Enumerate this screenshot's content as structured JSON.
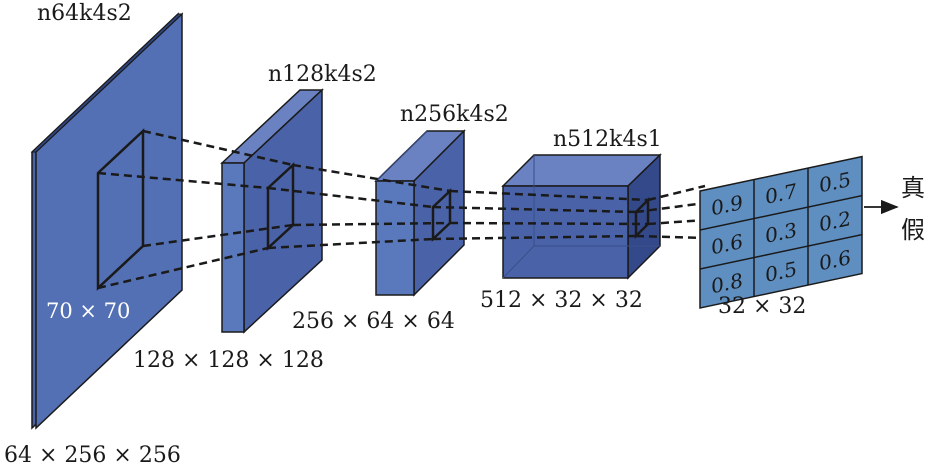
{
  "layers": [
    {
      "name": "n64k4s2",
      "dims": "64 × 256 × 256",
      "patch": "70 × 70"
    },
    {
      "name": "n128k4s2",
      "dims": "128 × 128 × 128"
    },
    {
      "name": "n256k4s2",
      "dims": "256 × 64 × 64"
    },
    {
      "name": "n512k4s1",
      "dims": "512 × 32 × 32"
    }
  ],
  "output": {
    "size": "32 × 32",
    "grid": [
      [
        "0.9",
        "0.7",
        "0.5"
      ],
      [
        "0.6",
        "0.3",
        "0.2"
      ],
      [
        "0.8",
        "0.5",
        "0.6"
      ]
    ],
    "labels": [
      "真",
      "假"
    ]
  },
  "colors": {
    "block_front": "#4a63a8",
    "block_top": "#6b82c2",
    "block_side": "#34498a",
    "grid_fill": "#5e8fc0",
    "stroke": "#1a1a1a"
  }
}
